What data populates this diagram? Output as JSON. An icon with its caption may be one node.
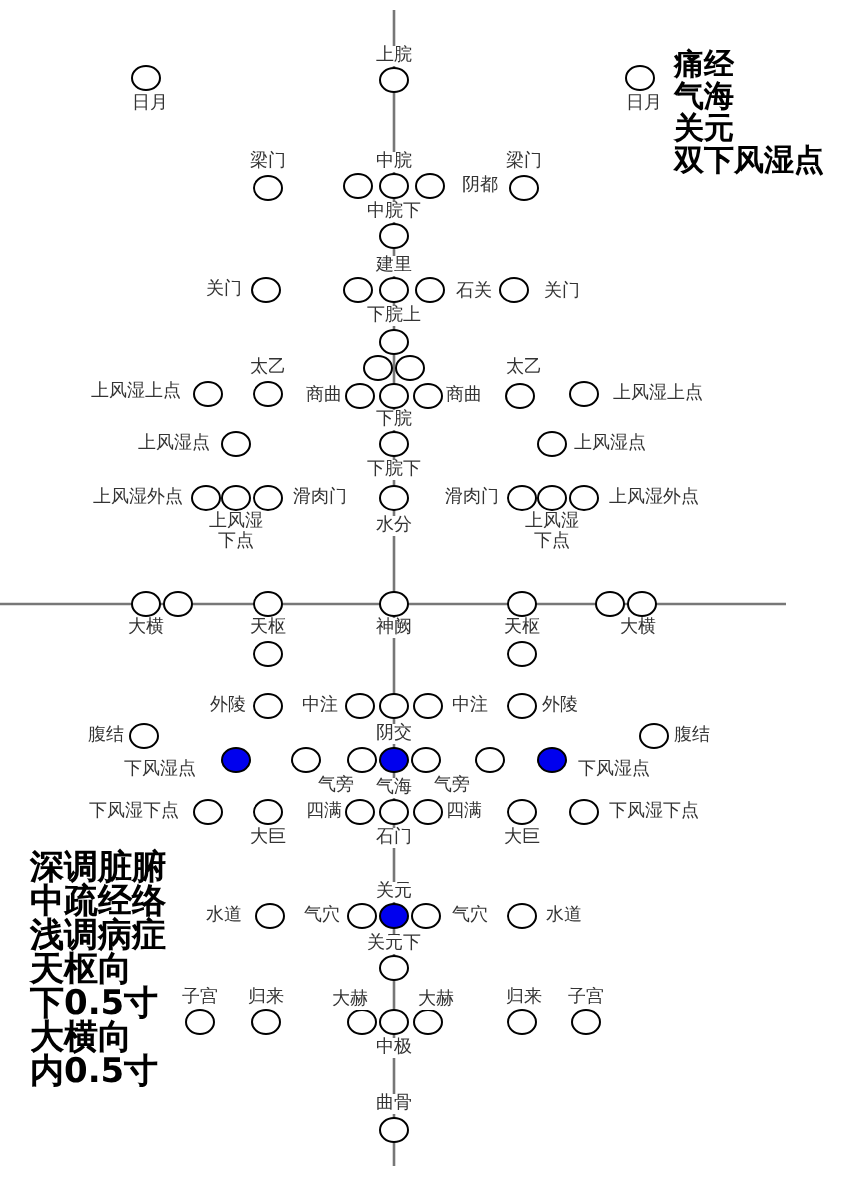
{
  "diagram": {
    "labels": [
      "上脘",
      "日月",
      "日月",
      "痛经",
      "气海",
      "关元",
      "双下风湿点",
      "梁门",
      "中脘",
      "梁门",
      "阴都",
      "中脘下",
      "建里",
      "关门",
      "石关",
      "关门",
      "下脘上",
      "太乙",
      "太乙",
      "上风湿上点",
      "商曲",
      "商曲",
      "上风湿上点",
      "下脘",
      "上风湿点",
      "上风湿点",
      "下脘下",
      "上风湿外点",
      "滑肉门",
      "滑肉门",
      "上风湿外点",
      "上风湿下点",
      "水分",
      "上风湿下点",
      "大横",
      "天枢",
      "神阙",
      "天枢",
      "大横",
      "外陵",
      "中注",
      "中注",
      "外陵",
      "腹结",
      "阴交",
      "腹结",
      "下风湿点",
      "下风湿点",
      "气旁",
      "气海",
      "气旁",
      "下风湿下点",
      "四满",
      "四满",
      "下风湿下点",
      "大巨",
      "石门",
      "大巨",
      "深调脏腑",
      "中疏经络",
      "浅调病症",
      "天枢向",
      "下0.5寸",
      "大横向",
      "内0.5寸",
      "关元",
      "水道",
      "气穴",
      "气穴",
      "水道",
      "关元下",
      "子宫",
      "归来",
      "大赫",
      "大赫",
      "归来",
      "子宫",
      "中极",
      "曲骨"
    ]
  }
}
